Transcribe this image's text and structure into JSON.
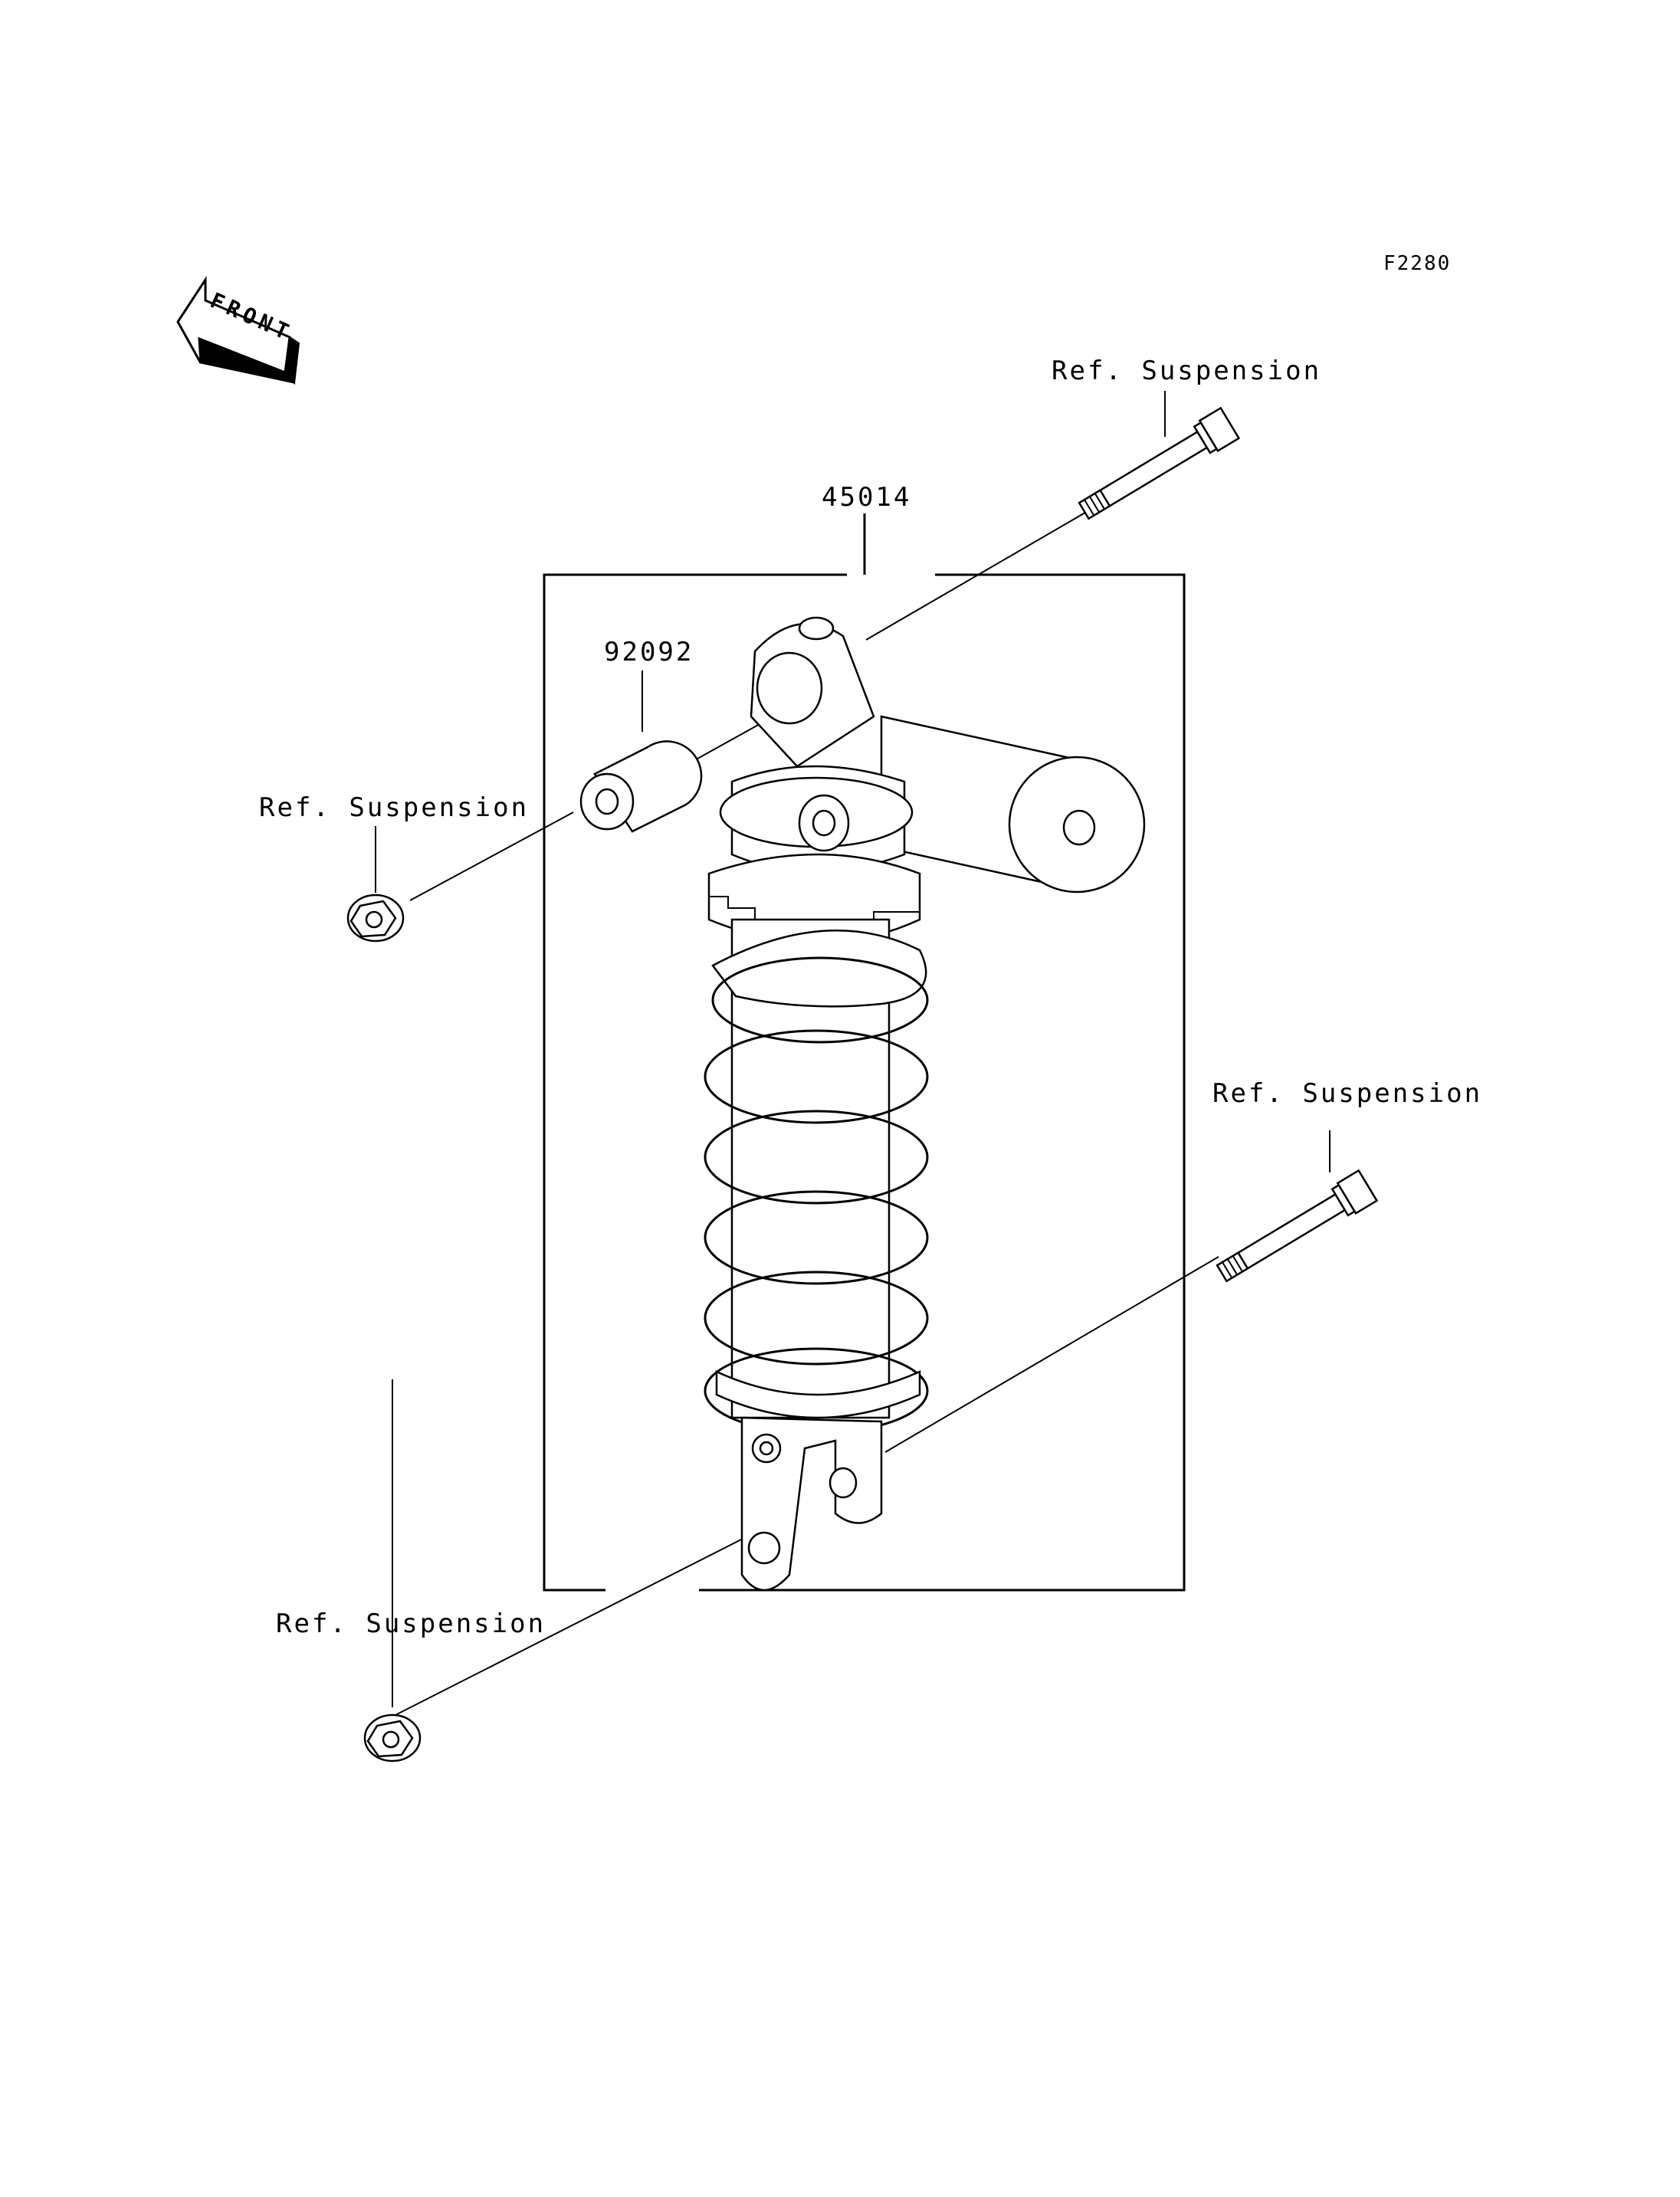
{
  "figure_code": "F2280",
  "front_indicator": "FRONT",
  "parts": {
    "shock_absorber": {
      "number": "45014"
    },
    "collar": {
      "number": "92092"
    }
  },
  "references": {
    "upper_bolt": "Ref. Suspension",
    "upper_nut": "Ref. Suspension",
    "lower_bolt": "Ref. Suspension",
    "lower_nut": "Ref. Suspension"
  }
}
